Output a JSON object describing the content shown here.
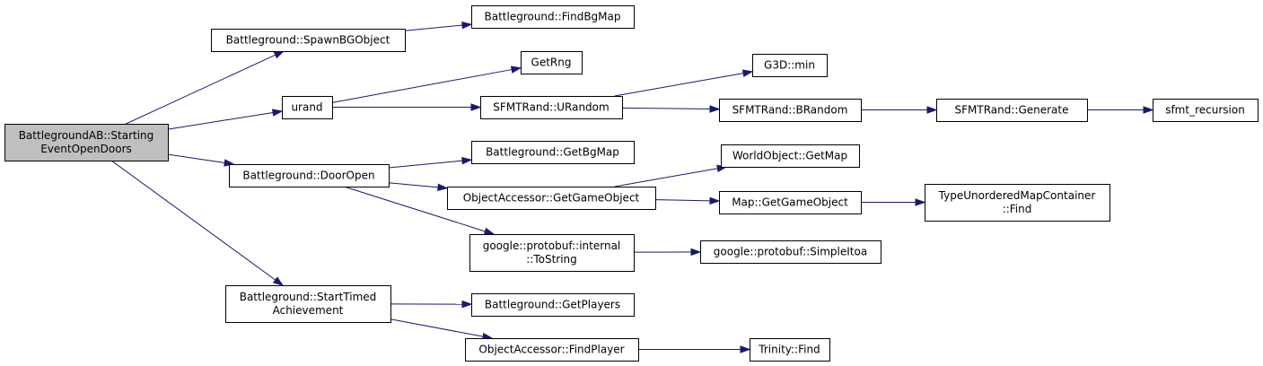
{
  "nodes": [
    {
      "id": "root",
      "lines": [
        "BattlegroundAB::Starting",
        "EventOpenDoors"
      ],
      "highlight": true
    },
    {
      "id": "spawn",
      "lines": [
        "Battleground::SpawnBGObject"
      ]
    },
    {
      "id": "findbgmap",
      "lines": [
        "Battleground::FindBgMap"
      ]
    },
    {
      "id": "urand",
      "lines": [
        "urand"
      ]
    },
    {
      "id": "getrng",
      "lines": [
        "GetRng"
      ]
    },
    {
      "id": "urandom",
      "lines": [
        "SFMTRand::URandom"
      ]
    },
    {
      "id": "g3dmin",
      "lines": [
        "G3D::min"
      ]
    },
    {
      "id": "brandom",
      "lines": [
        "SFMTRand::BRandom"
      ]
    },
    {
      "id": "generate",
      "lines": [
        "SFMTRand::Generate"
      ]
    },
    {
      "id": "sfmtrec",
      "lines": [
        "sfmt_recursion"
      ]
    },
    {
      "id": "dooropen",
      "lines": [
        "Battleground::DoorOpen"
      ]
    },
    {
      "id": "getbgmap",
      "lines": [
        "Battleground::GetBgMap"
      ]
    },
    {
      "id": "oagetgo",
      "lines": [
        "ObjectAccessor::GetGameObject"
      ]
    },
    {
      "id": "wogetmap",
      "lines": [
        "WorldObject::GetMap"
      ]
    },
    {
      "id": "mapgetgo",
      "lines": [
        "Map::GetGameObject"
      ]
    },
    {
      "id": "tumcfind",
      "lines": [
        "TypeUnorderedMapContainer",
        "::Find"
      ]
    },
    {
      "id": "tostring",
      "lines": [
        "google::protobuf::internal",
        "::ToString"
      ]
    },
    {
      "id": "simpleitoa",
      "lines": [
        "google::protobuf::SimpleItoa"
      ]
    },
    {
      "id": "starttimed",
      "lines": [
        "Battleground::StartTimed",
        "Achievement"
      ]
    },
    {
      "id": "getplayers",
      "lines": [
        "Battleground::GetPlayers"
      ]
    },
    {
      "id": "findplayer",
      "lines": [
        "ObjectAccessor::FindPlayer"
      ]
    },
    {
      "id": "trinityfind",
      "lines": [
        "Trinity::Find"
      ]
    }
  ],
  "edges": [
    [
      "root",
      "spawn"
    ],
    [
      "root",
      "urand"
    ],
    [
      "root",
      "dooropen"
    ],
    [
      "root",
      "starttimed"
    ],
    [
      "spawn",
      "findbgmap"
    ],
    [
      "urand",
      "getrng"
    ],
    [
      "urand",
      "urandom"
    ],
    [
      "urandom",
      "g3dmin"
    ],
    [
      "urandom",
      "brandom"
    ],
    [
      "brandom",
      "generate"
    ],
    [
      "generate",
      "sfmtrec"
    ],
    [
      "dooropen",
      "getbgmap"
    ],
    [
      "dooropen",
      "oagetgo"
    ],
    [
      "dooropen",
      "tostring"
    ],
    [
      "oagetgo",
      "wogetmap"
    ],
    [
      "oagetgo",
      "mapgetgo"
    ],
    [
      "mapgetgo",
      "tumcfind"
    ],
    [
      "tostring",
      "simpleitoa"
    ],
    [
      "starttimed",
      "getplayers"
    ],
    [
      "starttimed",
      "findplayer"
    ],
    [
      "findplayer",
      "trinityfind"
    ]
  ],
  "colors": {
    "edge": "#191970",
    "root_fill": "#bfbfbf",
    "node_fill": "#ffffff",
    "border": "#000000"
  }
}
